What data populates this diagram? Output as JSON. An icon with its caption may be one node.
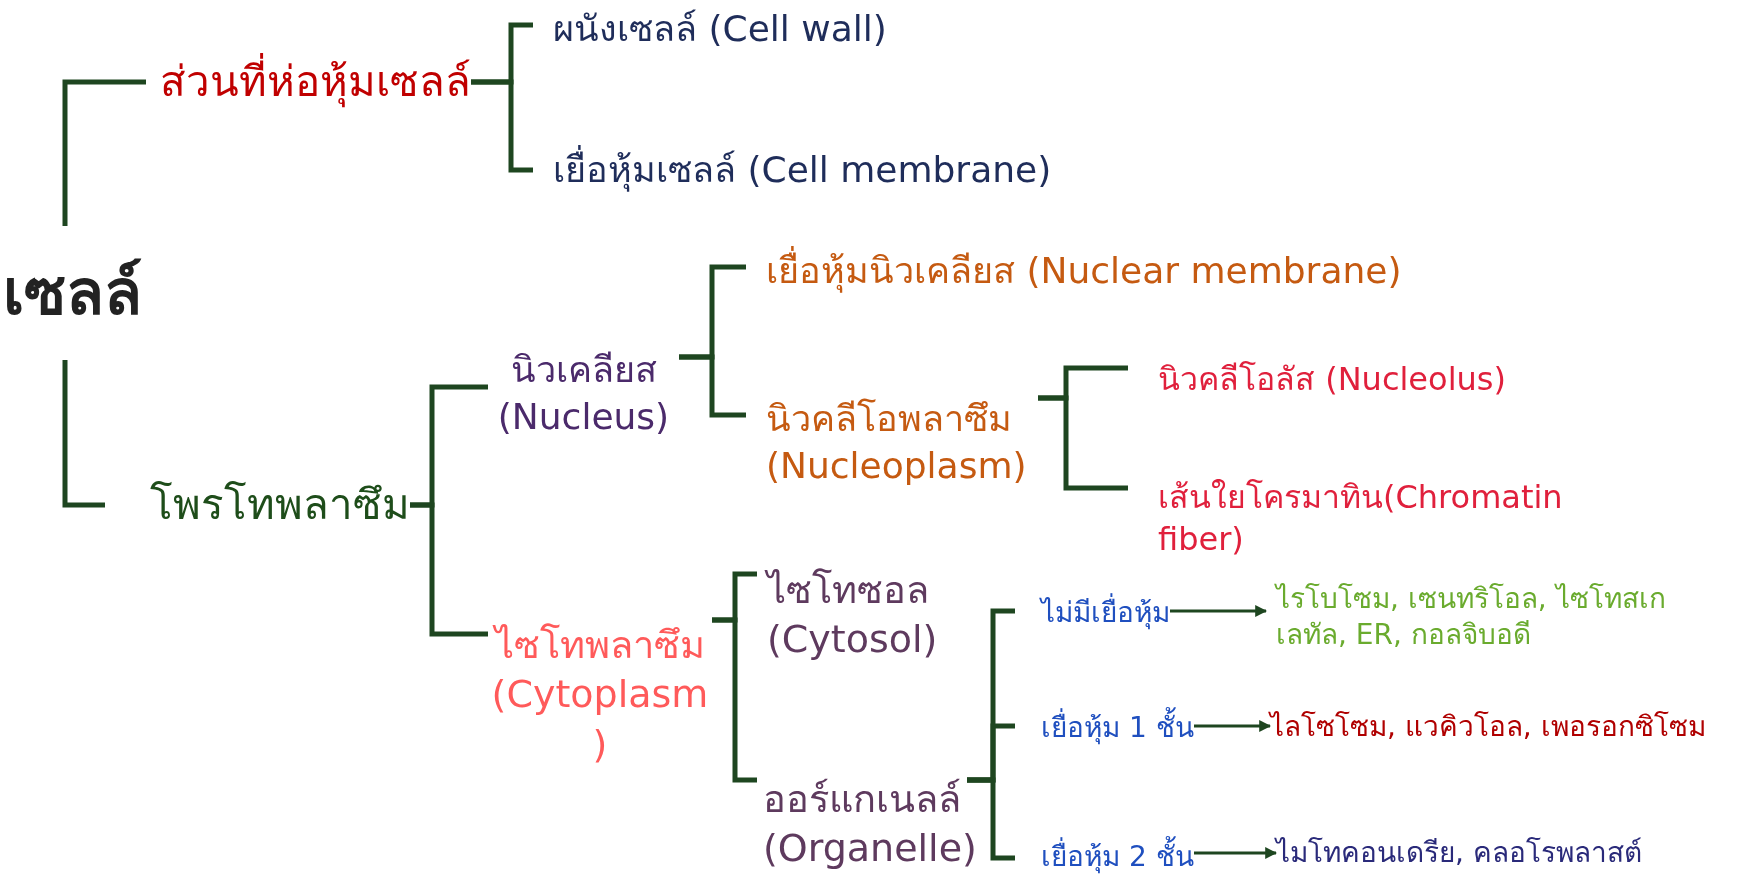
{
  "diagram": {
    "nodes": [
      {
        "text": [
          "เซลล์"
        ]
      },
      {
        "text": [
          "ส่วนที่ห่อหุ้มเซลล์"
        ]
      },
      {
        "text": [
          "ผนังเซลล์ (Cell wall)"
        ]
      },
      {
        "text": [
          "เยื่อหุ้มเซลล์ (Cell membrane)"
        ]
      },
      {
        "text": [
          "โพรโทพลาซึม"
        ]
      },
      {
        "text": [
          "นิวเคลียส (Nucleus)"
        ]
      },
      {
        "text": [
          "เยื่อหุ้มนิวเคลียส (Nuclear membrane)"
        ]
      },
      {
        "text": [
          "นิวคลีโอพลาซึม (Nucleoplasm)"
        ]
      },
      {
        "text": [
          "นิวคลีโอลัส (Nucleolus)"
        ]
      },
      {
        "text": [
          "เส้นใยโครมาทิน(Chromatin fiber)"
        ]
      },
      {
        "text": [
          "ไซโทพลาซึม (Cytoplasm )"
        ]
      },
      {
        "text": [
          "ไซโทซอล (Cytosol)"
        ]
      },
      {
        "text": [
          "ออร์แกเนลล์ (Organelle)"
        ]
      },
      {
        "text": [
          "ไม่มีเยื่อหุ้ม"
        ]
      },
      {
        "text": [
          "ไรโบโซม, เซนทริโอล, ไซโทสเกเลทัล, ER, กอลจิบอดี"
        ]
      },
      {
        "text": [
          "เยื่อหุ้ม 1 ชั้น"
        ]
      },
      {
        "text": [
          "ไลโซโซม, แวคิวโอล, เพอรอกซิโซม"
        ]
      },
      {
        "text": [
          "เยื่อหุ้ม 2 ชั้น"
        ]
      },
      {
        "text": [
          "ไมโทคอนเดรีย, คลอโรพลาสต์"
        ]
      }
    ],
    "edges": [
      {
        "from": 0,
        "to": 1,
        "arrow": "none"
      },
      {
        "from": 0,
        "to": 4,
        "arrow": "none"
      },
      {
        "from": 1,
        "to": 2,
        "arrow": "none"
      },
      {
        "from": 1,
        "to": 3,
        "arrow": "none"
      },
      {
        "from": 4,
        "to": 5,
        "arrow": "none"
      },
      {
        "from": 4,
        "to": 10,
        "arrow": "none"
      },
      {
        "from": 5,
        "to": 6,
        "arrow": "none"
      },
      {
        "from": 5,
        "to": 7,
        "arrow": "none"
      },
      {
        "from": 7,
        "to": 8,
        "arrow": "none"
      },
      {
        "from": 7,
        "to": 9,
        "arrow": "none"
      },
      {
        "from": 10,
        "to": 11,
        "arrow": "none"
      },
      {
        "from": 10,
        "to": 12,
        "arrow": "none"
      },
      {
        "from": 12,
        "to": 13,
        "arrow": "none"
      },
      {
        "from": 12,
        "to": 15,
        "arrow": "none"
      },
      {
        "from": 12,
        "to": 17,
        "arrow": "none"
      },
      {
        "from": 13,
        "to": 14,
        "arrow": "to"
      },
      {
        "from": 15,
        "to": 16,
        "arrow": "to"
      },
      {
        "from": 17,
        "to": 18,
        "arrow": "to"
      }
    ]
  }
}
